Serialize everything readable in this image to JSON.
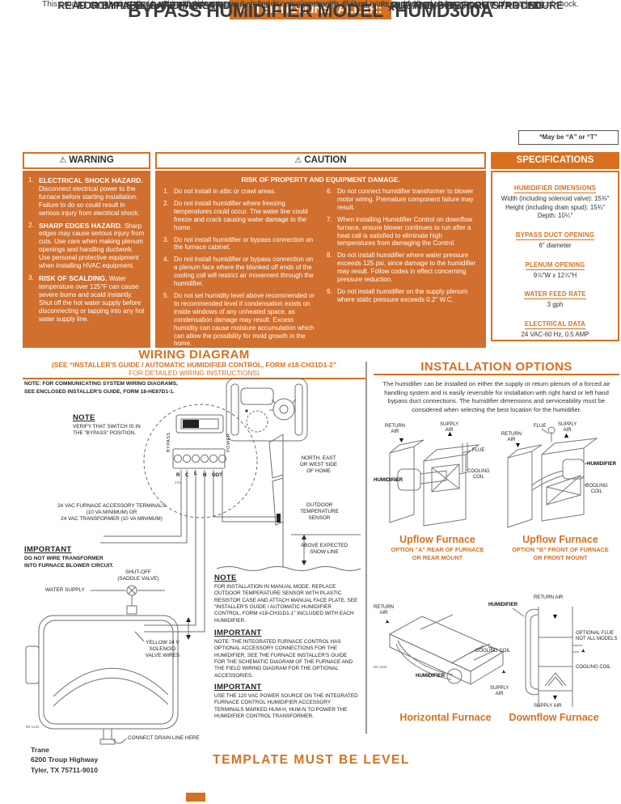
{
  "colors": {
    "accent": "#d8701f"
  },
  "icons": {
    "top_arrow": "⬆",
    "warning": "⚠",
    "down_arrow": "▼",
    "up_arrow": "▲",
    "right_arrow": "➤"
  },
  "header": {
    "top_label": "TOP",
    "read_line1": "READ COMPLETE SAFETY INSTRUCTIONS, PRE-INSTALLATION SETUP AND CHECKOUT PROCEDURE",
    "read_line2": "FOR BYPASS HUMIDIFIER AND INSTALLATION/TEMPLATE INSTRUCTIONS BEFORE STARTING",
    "attention_label": "ATTENTION INSTALLER:",
    "attention_line1": "This product must be installed by a qualified heating and air conditioning contractor. Failure to do so could result in serious injury from electrical shock.",
    "attention_line2": "This product must be installed in compliance with all local, state and federal codes.",
    "model_title": "BYPASS HUMIDIFIER MODEL *HUMD300A",
    "model_note": "*May be “A” or “T”"
  },
  "warning": {
    "title": "WARNING",
    "items": [
      {
        "num": "1.",
        "title": "ELECTRICAL SHOCK HAZARD.",
        "body": "Disconnect electrical power to the furnace before starting installation. Failure to do so could result in serious injury from electrical shock."
      },
      {
        "num": "2.",
        "title": "SHARP EDGES HAZARD.",
        "body": "Sharp edges may cause serious injury from cuts. Use care when making plenum openings and handling ductwork. Use personal protective equipment when installing HVAC equipment."
      },
      {
        "num": "3.",
        "title": "RISK OF SCALDING.",
        "body": "Water temperature over 125°F can cause severe burns and scald instantly. Shut off the hot water supply before disconnecting or tapping into any hot water supply line."
      }
    ]
  },
  "caution": {
    "title": "CAUTION",
    "subtitle": "RISK OF PROPERTY AND EQUIPMENT DAMAGE.",
    "items_left": [
      {
        "num": "1.",
        "text": "Do not install in attic or crawl areas."
      },
      {
        "num": "2.",
        "text": "Do not install humidifier where freezing temperatures could occur. The water line could freeze and crack causing water damage to the home."
      },
      {
        "num": "3.",
        "text": "Do not install humidifier or bypass connection on the furnace cabinet."
      },
      {
        "num": "4.",
        "text": "Do not install humidifier or bypass connection on a plenum face where the blanked off ends of the cooling coil will restrict air movement through the humidifier."
      },
      {
        "num": "5.",
        "text": "Do not set humidity level above recommended or to recommended level if condensation exists on inside windows of any unheated space, as condensation damage may result. Excess humidity can cause moisture accumulation which can allow the possibility for mold growth in the home."
      }
    ],
    "items_right": [
      {
        "num": "6.",
        "text": "Do not connect humidifier transformer to blower motor wiring. Premature component failure may result."
      },
      {
        "num": "7.",
        "text": "When installing Humidifier Control on downflow furnace, ensure blower continues to run after a heat call is satisfied to eliminate high temperatures from damaging the Control."
      },
      {
        "num": "8.",
        "text": "Do not install humidifier where water pressure exceeds 125 psi, since damage to the humidifier may result. Follow codes in effect concerning pressure reduction."
      },
      {
        "num": "9.",
        "text": "Do not install humidifier on the supply plenum where static pressure exceeds 0.2″ W.C."
      }
    ]
  },
  "specs": {
    "title": "SPECIFICATIONS",
    "sections": [
      {
        "label": "HUMIDIFIER DIMENSIONS",
        "lines": [
          "Width (including solenoid valve): 15⅜″",
          "Height (including drain spud): 15¾″",
          "Depth: 10¼″"
        ]
      },
      {
        "label": "BYPASS DUCT OPENING",
        "lines": [
          "6″ diameter"
        ]
      },
      {
        "label": "PLENUM OPENING",
        "lines": [
          "9⅞″W x 12⅞″H"
        ]
      },
      {
        "label": "WATER FEED RATE",
        "lines": [
          "3 gph"
        ]
      },
      {
        "label": "ELECTRICAL DATA",
        "lines": [
          "24 VAC-60 Hz, 0.5 AMP"
        ]
      }
    ]
  },
  "wiring": {
    "heading": "WIRING DIAGRAM",
    "see1": "(SEE “INSTALLER'S GUIDE / AUTOMATIC HUMIDIFIER CONTROL, FORM #18-CH31D1-2”",
    "see2": "FOR DETAILED WIRING INSTRUCTIONS)",
    "note_comm1": "NOTE: FOR COMMUNICATING SYSTEM WIRING DIAGRAMS,",
    "note_comm2": "SEE ENCLOSED INSTALLER'S GUIDE, FORM 18-HE87D1-1.",
    "note_switch_title": "NOTE",
    "note_switch_body": "VERIFY THAT SWITCH IS IN\nTHE “BYPASS” POSITION.",
    "bypass_label": "BYPASS",
    "power_label": "POWER",
    "v24_label": "24V",
    "terminals": [
      "R",
      "C",
      "L",
      "H",
      "ODT"
    ],
    "accessory_label": "24 VAC FURNACE ACCESSORY TERMINALS\n(10 VA MINIMUM) OR\n24 VAC TRANSFORMER (10 VA MINIMUM)",
    "important1_title": "IMPORTANT",
    "important1_body": "DO NOT WIRE TRANSFORMER\nINTO FURNACE BLOWER CIRCUIT.",
    "shutoff_label": "SHUT-OFF\n(SADDLE VALVE)",
    "water_supply_label": "WATER SUPPLY",
    "solenoid_label": "YELLOW 24 V\nSOLENOID\nVALVE WIRES",
    "home_side_label": "NORTH, EAST\nOR WEST SIDE\nOF HOME",
    "odt_sensor_label": "OUTDOOR\nTEMPERATURE\nSENSOR",
    "snow_line_label": "ABOVE EXPECTED\nSNOW LINE",
    "note_manual_title": "NOTE",
    "note_manual_body": "FOR INSTALLATION IN MANUAL MODE, REPLACE OUTDOOR TEMPERATURE SENSOR WITH PLASTIC RESISTOR CASE AND ATTACH MANUAL FACE PLATE. SEE “INSTALLER'S GUIDE / AUTOMATIC HUMIDIFIER CONTROL, FORM #18-CH31D1-1” INCLUDED WITH EACH HUMIDIFIER.",
    "important2_title": "IMPORTANT",
    "important2_body": "NOTE: THE INTEGRATED FURNACE CONTROL HAS OPTIONAL ACCESSORY CONNECTIONS FOR THE HUMIDIFIER. SEE THE FURNACE INSTALLER'S GUIDE FOR THE SCHEMATIC DIAGRAM OF THE FURNACE AND THE FIELD WIRING DIAGRAM FOR THE OPTIONAL ACCESSORIES.",
    "important3_title": "IMPORTANT",
    "important3_body": "USE THE 120 VAC POWER SOURCE ON THE INTEGRATED FURNACE CONTROL HUMIDIFIER ACCESSORY TERMINALS MARKED HUM-H, HUM-N TO POWER THE HUMIDIFIER CONTROL TRANSFORMER.",
    "drain_label": "CONNECT DRAIN LINE HERE",
    "unit_code": "90-1132"
  },
  "installation": {
    "heading": "INSTALLATION OPTIONS",
    "intro": "The humidifier can be installed on either the supply or return plenum of a forced air handling system and is easily reversible for installation with right hand or left hand bypass duct connections. The humidifier dimensions and serviceability must be considered when selecting the best location for the humidifier.",
    "labels": {
      "return_air": "RETURN\nAIR",
      "supply_air": "SUPPLY\nAIR",
      "return_air1": "RETURN AIR",
      "supply_air1": "SUPPLY AIR",
      "flue": "FLUE",
      "cooling_coil": "COOLING\nCOIL",
      "cooling_coil1": "COOLING COIL",
      "humidifier": "HUMIDIFIER",
      "optional_flue": "OPTIONAL FLUE\nNOT ALL MODELS"
    },
    "upflow_a": {
      "caption": "Upflow Furnace",
      "opt1": "OPTION “A” REAR OF FURNACE",
      "opt2": "OR REAR MOUNT"
    },
    "upflow_b": {
      "caption": "Upflow Furnace",
      "opt1": "OPTION “B” FRONT OF FURNACE",
      "opt2": "OR FRONT MOUNT"
    },
    "horizontal": {
      "caption": "Horizontal Furnace",
      "code": "90-1105"
    },
    "downflow": {
      "caption": "Downflow Furnace"
    }
  },
  "footer": {
    "company": "Trane",
    "address1": "6200 Troup Highway",
    "address2": "Tyler, TX 75711-9010",
    "template_note": "TEMPLATE MUST BE LEVEL"
  }
}
